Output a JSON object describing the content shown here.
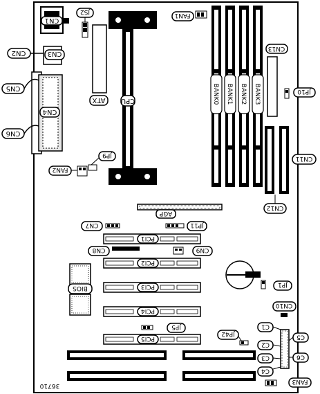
{
  "figure_id": "36710",
  "labels": {
    "cn1": "CN1",
    "cn2": "CN2",
    "cn3": "CN3",
    "cn4": "CN4",
    "cn5": "CN5",
    "cn6": "CN6",
    "cn7": "CN7",
    "cn8": "CN8",
    "cn9": "CN9",
    "cn10": "CN10",
    "cn11": "CN11",
    "cn12": "CN12",
    "cn13": "CN13",
    "jp5": "JP5",
    "jp9": "JP9",
    "jp10": "JP10",
    "jp11": "JP11",
    "jp42": "JP42",
    "jp1": "JP1",
    "js2": "JS2",
    "fan1": "FAN1",
    "fan2": "FAN2",
    "fan3": "FAN3",
    "atx": "ATX",
    "cpu": "CPU",
    "agp": "AGP",
    "bios": "BIOS",
    "pci1": "PCI1",
    "pci2": "PCI2",
    "pci3": "PCI3",
    "pci4": "PCI4",
    "pci5": "PCI5",
    "bank0": "BANK0",
    "bank1": "BANK1",
    "bank2": "BANK2",
    "bank3": "BANK3",
    "c1": "C1",
    "c2": "C2",
    "c3": "C3",
    "c4": "C4",
    "c5": "C5",
    "c6": "C6"
  }
}
